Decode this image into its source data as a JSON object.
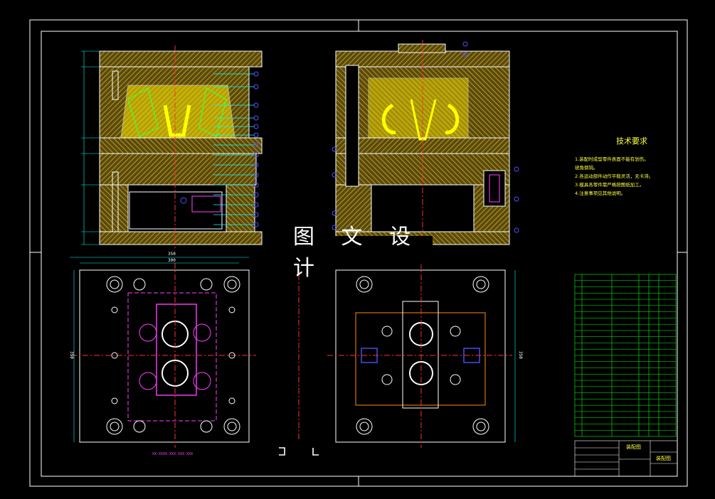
{
  "watermark": {
    "text": "图 文 设 计"
  },
  "tech_notes": {
    "title": "技术要求",
    "lines": [
      "1.装配时成型零件表面不能有划伤。",
      "锐角倒钝。",
      "2.各运动部件动作平稳灵活，无卡滞。",
      "3.模具各零件需严格按图纸加工。",
      "4.注意事项见其他说明。"
    ]
  },
  "dimensions": {
    "plan_width_outer": "350",
    "plan_width_inner": "300",
    "plan_height": "350",
    "plan_height_right": "350"
  },
  "title_block": {
    "assembly_label": "装配图",
    "drawing_label": "装配图"
  },
  "colors": {
    "background": "#000000",
    "frame": "#ffffff",
    "hatch": "#ffff00",
    "part_outline": "#ffffff",
    "balloon": "#5050ff",
    "centerline": "#ff3030",
    "text": "#ffff40",
    "bom_grid": "#00ff00",
    "cyan_dim": "#00ffff",
    "magenta": "#ff40ff"
  }
}
